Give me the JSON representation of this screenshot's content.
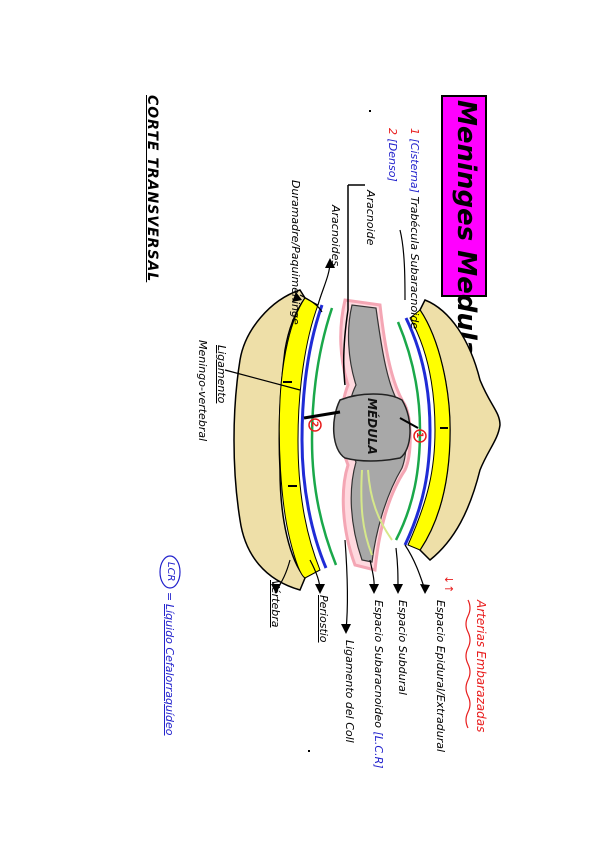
{
  "title": "Meninges Medulares",
  "subtitle": "CORTE TRANSVERSAL",
  "center_label": "MÉDULA",
  "left_labels": [
    {
      "marker": "1",
      "text": "[Cisterna]",
      "tail": "Trabécula Subaracnoide"
    },
    {
      "marker": "2",
      "text": "[Denso]"
    },
    {
      "text": "Aracnoide"
    },
    {
      "text": "Aracnoides"
    },
    {
      "text": "Duramadre/Paquimeninge"
    }
  ],
  "ligament_label": {
    "line1": "Ligamento",
    "line2": "Meningo-vertebral"
  },
  "right_labels": [
    {
      "text": "Espacio Epidural/Extradural"
    },
    {
      "text": "Espacio Subdural"
    },
    {
      "text": "Espacio Subaracnoideo",
      "tag": "[L.C.R]"
    },
    {
      "text": "Ligamento del Coll"
    },
    {
      "text": "Periostio"
    },
    {
      "text": "Vértebra"
    }
  ],
  "vessels_label": {
    "text": "Arterias Embarazadas",
    "mark": "↓↑"
  },
  "legend": {
    "abbr": "LCR",
    "eq": "=",
    "meaning": "Líquido Cefalorraquídeo"
  },
  "markers": {
    "one": "1",
    "two": "2"
  },
  "colors": {
    "title_bg": "#ff00ff",
    "bone": "#eedfa8",
    "fat": "#ffff00",
    "dura": "#1f2bd6",
    "arachnoid": "#1aa84a",
    "pia": "#f4a6b4",
    "cord": "#a8a8a8",
    "red_ink": "#e81d1d",
    "blue_ink": "#2222cc"
  }
}
